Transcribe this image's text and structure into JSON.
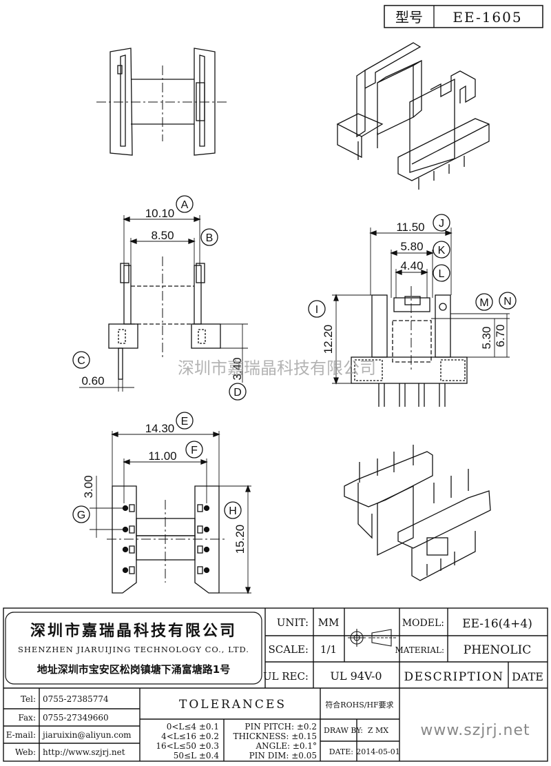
{
  "model_box": {
    "label": "型号",
    "value": "EE-1605"
  },
  "watermark": "深圳市嘉瑞晶科技有限公司",
  "dimensions": {
    "A": {
      "letter": "A",
      "value": "10.10"
    },
    "B": {
      "letter": "B",
      "value": "8.50"
    },
    "C": {
      "letter": "C",
      "value": "0.60"
    },
    "D": {
      "letter": "D",
      "value": "3.40"
    },
    "E": {
      "letter": "E",
      "value": "14.30"
    },
    "F": {
      "letter": "F",
      "value": "11.00"
    },
    "G": {
      "letter": "G",
      "value": "3.00"
    },
    "H": {
      "letter": "H",
      "value": "15.20"
    },
    "I": {
      "letter": "I",
      "value": "12.20"
    },
    "J": {
      "letter": "J",
      "value": "11.50"
    },
    "K": {
      "letter": "K",
      "value": "5.80"
    },
    "L": {
      "letter": "L",
      "value": "4.40"
    },
    "M": {
      "letter": "M",
      "value": "5.30"
    },
    "N": {
      "letter": "N",
      "value": "6.70"
    }
  },
  "company": {
    "name_cn": "深圳市嘉瑞晶科技有限公司",
    "name_en": "SHENZHEN JIARUIJING TECHNOLOGY CO., LTD.",
    "address": "地址深圳市宝安区松岗镇塘下涌富塘路1号"
  },
  "contacts": [
    {
      "label": "Tel:",
      "value": "0755-27385774"
    },
    {
      "label": "Fax:",
      "value": "0755-27349660"
    },
    {
      "label": "E-mail:",
      "value": "jiaruixin@aliyun.com"
    },
    {
      "label": "Web:",
      "value": "http://www.szjrj.net"
    }
  ],
  "title_block": {
    "unit_label": "UNIT:",
    "unit_value": "MM",
    "scale_label": "SCALE:",
    "scale_value": "1/1",
    "ulrec_label": "UL REC:",
    "ulrec_value": "UL 94V-0",
    "model_label": "MODEL:",
    "model_value": "EE-16(4+4)",
    "material_label": "MATERIAL:",
    "material_value": "PHENOLIC",
    "description_label": "DESCRIPTION",
    "date_header": "DATE",
    "rohs": "符合ROHS/HF要求",
    "draw_by_label": "DRAW BY:",
    "draw_by_value": "Z MX",
    "date_label": "DATE:",
    "date_value": "2014-05-01",
    "website": "www.szjrj.net",
    "tolerances_title": "TOLERANCES",
    "tolerance_rows": [
      "0<L≤4 ±0.1",
      "4<L≤16 ±0.2",
      "16<L≤50 ±0.3",
      "50≤L ±0.4"
    ],
    "pin_rows": [
      "PIN PITCH: ±0.2",
      "THICKNESS: ±0.15",
      "ANGLE: ±0.1°",
      "PIN DIM: ±0.05"
    ]
  }
}
